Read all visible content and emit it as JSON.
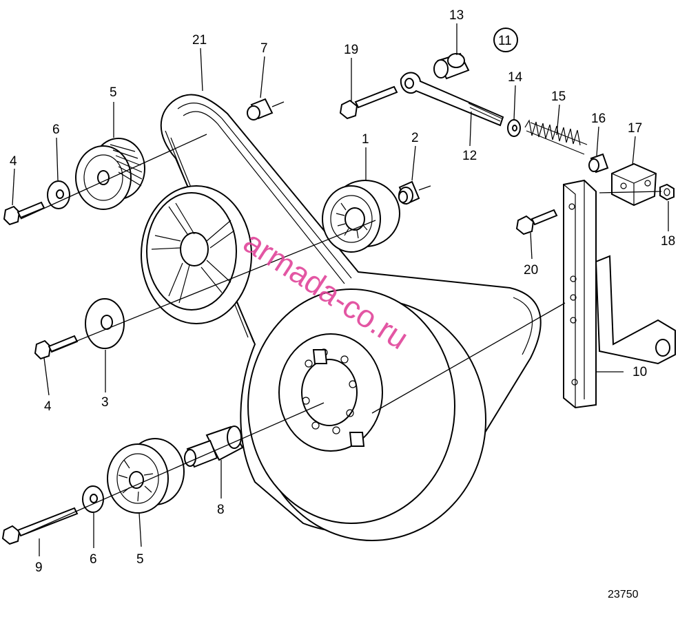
{
  "diagram": {
    "figure_number": "23750",
    "watermark": "armada-co.ru",
    "callouts": {
      "c1": "1",
      "c2": "2",
      "c3": "3",
      "c4a": "4",
      "c4b": "4",
      "c5a": "5",
      "c5b": "5",
      "c6a": "6",
      "c6b": "6",
      "c7": "7",
      "c8": "8",
      "c9": "9",
      "c10": "10",
      "c11": "11",
      "c12": "12",
      "c13": "13",
      "c14": "14",
      "c15": "15",
      "c16": "16",
      "c17": "17",
      "c18": "18",
      "c19": "19",
      "c20": "20",
      "c21": "21"
    }
  }
}
